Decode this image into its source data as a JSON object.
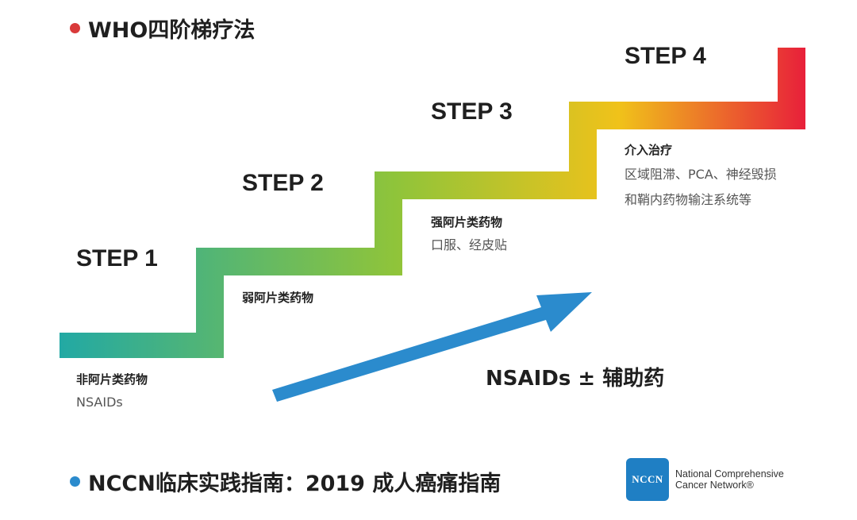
{
  "header": {
    "title": "WHO四阶梯疗法",
    "dot_color": "#d93a3a"
  },
  "steps": [
    {
      "label": "STEP 1",
      "drug_title": "非阿片类药物",
      "drug_detail": [
        "NSAIDs"
      ]
    },
    {
      "label": "STEP 2",
      "drug_title": "弱阿片类药物",
      "drug_detail": []
    },
    {
      "label": "STEP 3",
      "drug_title": "强阿片类药物",
      "drug_detail": [
        "口服、经皮贴"
      ]
    },
    {
      "label": "STEP 4",
      "drug_title": "介入治疗",
      "drug_detail": [
        "区域阻滞、PCA、神经毁损",
        "和鞘内药物输注系统等"
      ]
    }
  ],
  "gradient_colors": [
    "#22a9a4",
    "#8fc43a",
    "#f0c21a",
    "#e8203a"
  ],
  "arrow": {
    "label": "NSAIDs ± 辅助药",
    "color": "#2b8bcd"
  },
  "footer": {
    "title": "NCCN临床实践指南：2019 成人癌痛指南",
    "dot_color": "#2b8bcd",
    "logo": {
      "abbr": "NCCN",
      "line1": "National Comprehensive",
      "line2": "Cancer Network®"
    }
  }
}
